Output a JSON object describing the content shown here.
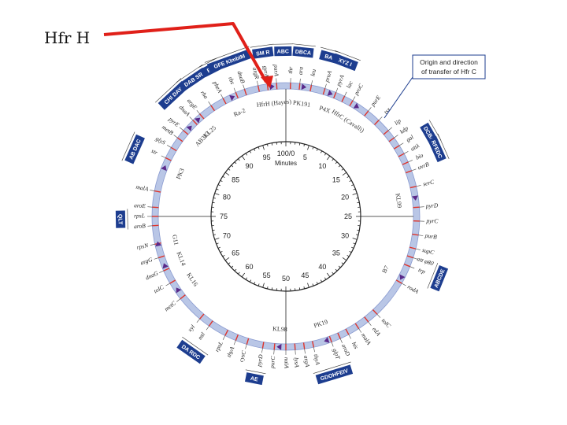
{
  "header": {
    "label": "Hfr H"
  },
  "center": {
    "top_text": "100/0",
    "unit": "Minutes"
  },
  "scale": {
    "ticks": [
      "5",
      "10",
      "15",
      "20",
      "25",
      "30",
      "35",
      "40",
      "45",
      "50",
      "55",
      "60",
      "65",
      "70",
      "75",
      "80",
      "85",
      "90",
      "95"
    ]
  },
  "callout": {
    "line1": "Origin and direction",
    "line2": "of transfer of Hfr C"
  },
  "strains": [
    {
      "text": "PK191",
      "angle": 8
    },
    {
      "text": "P4X",
      "angle": 20
    },
    {
      "text": "HfrC (Cavalli)",
      "angle": 33
    },
    {
      "text": "KL99",
      "angle": 82
    },
    {
      "text": "B7",
      "angle": 118
    },
    {
      "text": "PK19",
      "angle": 162
    },
    {
      "text": "KL98",
      "angle": 183
    },
    {
      "text": "KL16",
      "angle": 236
    },
    {
      "text": "KL14",
      "angle": 248
    },
    {
      "text": "G11",
      "angle": 258
    },
    {
      "text": "PK3",
      "angle": 292
    },
    {
      "text": "AB313",
      "angle": 313
    },
    {
      "text": "KL25",
      "angle": 318
    },
    {
      "text": "Ra-2",
      "angle": 336
    },
    {
      "text": "HfrH (Hayes)",
      "angle": 354
    }
  ],
  "genes": [
    {
      "text": "thr",
      "angle": 2
    },
    {
      "text": "ara",
      "angle": 6
    },
    {
      "text": "leu",
      "angle": 11
    },
    {
      "text": "proA",
      "angle": 17
    },
    {
      "text": "pyrA",
      "angle": 22
    },
    {
      "text": "lac",
      "angle": 26
    },
    {
      "text": "proC",
      "angle": 30
    },
    {
      "text": "purE",
      "angle": 38
    },
    {
      "text": "tsx",
      "angle": 44
    },
    {
      "text": "lip",
      "angle": 50
    },
    {
      "text": "kdp",
      "angle": 54
    },
    {
      "text": "gal",
      "angle": 58
    },
    {
      "text": "attλ",
      "angle": 62
    },
    {
      "text": "bio",
      "angle": 66
    },
    {
      "text": "uvrB",
      "angle": 70
    },
    {
      "text": "serC",
      "angle": 77
    },
    {
      "text": "pyrD",
      "angle": 86
    },
    {
      "text": "pyrC",
      "angle": 92
    },
    {
      "text": "purB",
      "angle": 98
    },
    {
      "text": "supC",
      "angle": 104
    },
    {
      "text": "att φ80",
      "angle": 108
    },
    {
      "text": "trp",
      "angle": 112
    },
    {
      "text": "rodA",
      "angle": 120
    },
    {
      "text": "tolC",
      "angle": 137
    },
    {
      "text": "edA",
      "angle": 142
    },
    {
      "text": "malA",
      "angle": 147
    },
    {
      "text": "his",
      "angle": 152
    },
    {
      "text": "aroD",
      "angle": 156
    },
    {
      "text": "glpT",
      "angle": 160
    },
    {
      "text": "thyA",
      "angle": 168
    },
    {
      "text": "argA",
      "angle": 172
    },
    {
      "text": "lysA",
      "angle": 176
    },
    {
      "text": "nalA",
      "angle": 180
    },
    {
      "text": "purC",
      "angle": 185
    },
    {
      "text": "pyrD",
      "angle": 190
    },
    {
      "text": "cysC",
      "angle": 197
    },
    {
      "text": "thyA",
      "angle": 202
    },
    {
      "text": "rpsL",
      "angle": 207
    },
    {
      "text": "mtl",
      "angle": 215
    },
    {
      "text": "xyl",
      "angle": 220
    },
    {
      "text": "metC",
      "angle": 232
    },
    {
      "text": "tolC",
      "angle": 240
    },
    {
      "text": "dnaG",
      "angle": 246
    },
    {
      "text": "argG",
      "angle": 252
    },
    {
      "text": "rpsN",
      "angle": 258
    },
    {
      "text": "aroB",
      "angle": 266
    },
    {
      "text": "rpsL",
      "angle": 270
    },
    {
      "text": "aroE",
      "angle": 274
    },
    {
      "text": "malA",
      "angle": 281
    },
    {
      "text": "str",
      "angle": 296
    },
    {
      "text": "glyS",
      "angle": 301
    },
    {
      "text": "metB",
      "angle": 306
    },
    {
      "text": "pyrE",
      "angle": 310
    },
    {
      "text": "dnaA",
      "angle": 316
    },
    {
      "text": "argE",
      "angle": 320
    },
    {
      "text": "rha",
      "angle": 326
    },
    {
      "text": "pheA",
      "angle": 332
    },
    {
      "text": "rbs",
      "angle": 338
    },
    {
      "text": "dnaB",
      "angle": 342
    },
    {
      "text": "argR",
      "angle": 348
    },
    {
      "text": "gyrA",
      "angle": 352
    },
    {
      "text": "purA",
      "angle": 356
    }
  ],
  "boxes": [
    {
      "text": "SM R",
      "angle": 352
    },
    {
      "text": "ABC",
      "angle": 359
    },
    {
      "text": "DBCA",
      "angle": 6
    },
    {
      "text": "BA",
      "angle": 15
    },
    {
      "text": "XYZ I",
      "angle": 21
    },
    {
      "text": "DCBA",
      "angle": 60
    },
    {
      "text": "RFEDC",
      "angle": 66
    },
    {
      "text": "ABCDE",
      "angle": 112
    },
    {
      "text": "GDOHFEIV",
      "angle": 163
    },
    {
      "text": "AE",
      "angle": 191
    },
    {
      "text": "DA RDC",
      "angle": 215
    },
    {
      "text": "QLT",
      "angle": 269
    },
    {
      "text": "AB DAC",
      "angle": 294
    },
    {
      "text": "CHI DAY",
      "angle": 317
    },
    {
      "text": "DAB SR",
      "angle": 326
    },
    {
      "text": "BC",
      "angle": 333
    },
    {
      "text": "GFE KlmbIM",
      "angle": 340
    }
  ],
  "colors": {
    "ring": "#b9c6e6",
    "ring_edge": "#8a9bd0",
    "band": "#e0342a",
    "marker": "#5a2a8a",
    "box": "#1d3d8f",
    "arrow": "#e02019",
    "callout_border": "#1d3d8f"
  }
}
